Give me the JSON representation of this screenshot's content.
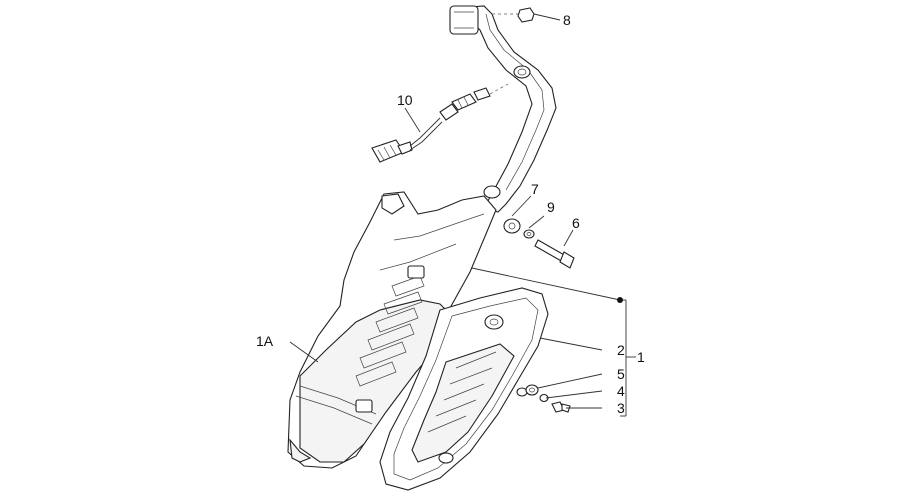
{
  "callouts": [
    {
      "id": "8",
      "label": "8"
    },
    {
      "id": "10",
      "label": "10"
    },
    {
      "id": "7",
      "label": "7"
    },
    {
      "id": "9",
      "label": "9"
    },
    {
      "id": "6",
      "label": "6"
    },
    {
      "id": "1A",
      "label": "1A"
    },
    {
      "id": "2",
      "label": "2"
    },
    {
      "id": "1",
      "label": "1"
    },
    {
      "id": "5",
      "label": "5"
    },
    {
      "id": "4",
      "label": "4"
    },
    {
      "id": "3",
      "label": "3"
    }
  ],
  "colors": {
    "line": "#222222",
    "background": "#ffffff",
    "fill": "#f4f4f4"
  }
}
